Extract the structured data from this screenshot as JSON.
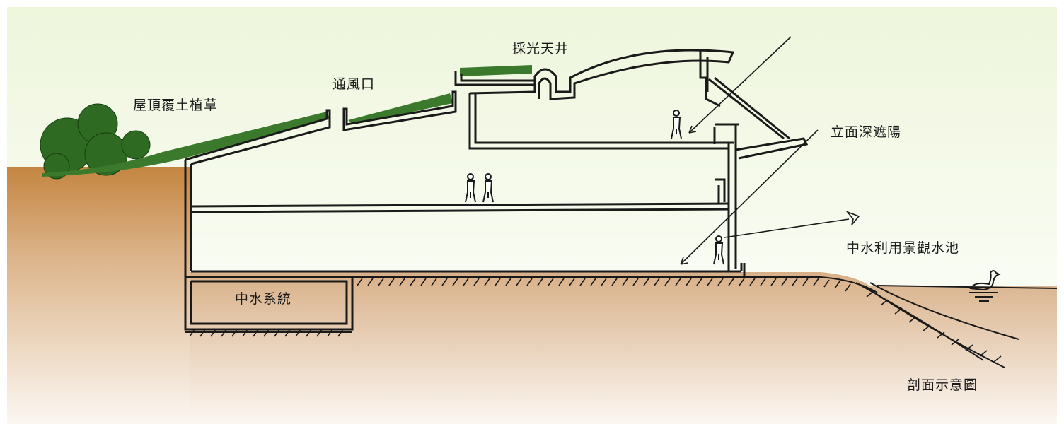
{
  "diagram": {
    "labels": {
      "roof_planting": "屋頂覆土植草",
      "vent": "通風口",
      "skylight": "採光天井",
      "facade_shading": "立面深遮陽",
      "landscape_pond": "中水利用景觀水池",
      "greywater_system": "中水系統",
      "caption": "剖面示意圖"
    },
    "colors": {
      "sky_top": "#f0f7e0",
      "sky_bottom": "#ffffff",
      "soil_top": "#c78a45",
      "soil_bottom": "#fbf5ef",
      "vegetation": "#2f6a22",
      "wall": "#1a1a1a"
    }
  }
}
